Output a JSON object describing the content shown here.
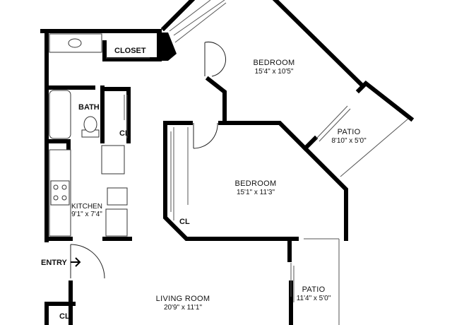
{
  "rooms": {
    "closet": {
      "name": "CLOSET"
    },
    "bedroom1": {
      "name": "BEDROOM",
      "size": "15'4\" x 10'5\""
    },
    "bath": {
      "name": "BATH"
    },
    "cl_bath": {
      "name": "CL"
    },
    "patio1": {
      "name": "PATIO",
      "size": "8'10\" x 5'0\""
    },
    "bedroom2": {
      "name": "BEDROOM",
      "size": "15'1\" x 11'3\""
    },
    "kitchen": {
      "name": "KITCHEN",
      "size": "9'1\" x 7'4\""
    },
    "cl_bed2": {
      "name": "CL"
    },
    "entry": {
      "name": "ENTRY"
    },
    "living": {
      "name": "LIVING ROOM",
      "size": "20'9\" x 11'1\""
    },
    "patio2": {
      "name": "PATIO",
      "size": "11'4\" x 5'0\""
    },
    "cl_living": {
      "name": "CL"
    }
  },
  "icons": {
    "entry_arrow": "arrow-right-icon"
  },
  "colors": {
    "wall": "#000000",
    "background": "#ffffff"
  }
}
